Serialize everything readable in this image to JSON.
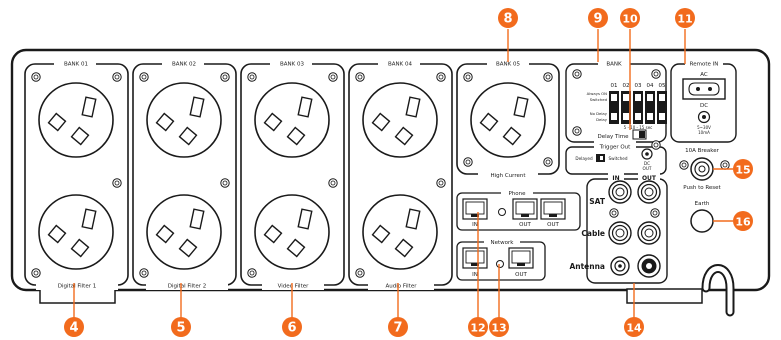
{
  "colors": {
    "callout": "#f26b1d",
    "outline": "#1a1a1a",
    "panel": "#ffffff"
  },
  "banks": [
    {
      "title": "BANK 01",
      "footer": "Digital Filter 1"
    },
    {
      "title": "BANK 02",
      "footer": "Digital Filter 2"
    },
    {
      "title": "BANK 03",
      "footer": "Video Filter"
    },
    {
      "title": "BANK 04",
      "footer": "Audio Filter"
    }
  ],
  "bank05": {
    "title": "BANK 05",
    "footer": "High Current"
  },
  "delay": {
    "title": "BANK",
    "columns": [
      "01",
      "02",
      "03",
      "04",
      "05"
    ],
    "left_labels": [
      "Always ON",
      "Switched",
      "No Delay",
      "Delay"
    ],
    "timing": "5 - 10 - 15 sec",
    "footer": "Delay Time"
  },
  "remote": {
    "title": "Remote IN",
    "ac": "AC",
    "dc": "DC",
    "dc_spec_1": "5~30V",
    "dc_spec_2": "10mA"
  },
  "trigger": {
    "title": "Trigger Out",
    "delayed": "Delayed",
    "switched": "Switched",
    "dc_out_1": "DC",
    "dc_out_2": "OUT"
  },
  "breaker": {
    "title": "10A Breaker",
    "footer": "Push to Reset"
  },
  "earth": {
    "title": "Earth"
  },
  "phone": {
    "title": "Phone",
    "ports": [
      "IN",
      "OUT",
      "OUT"
    ]
  },
  "network": {
    "title": "Network",
    "ports": [
      "IN",
      "OUT"
    ]
  },
  "coax": {
    "in": "IN",
    "out": "OUT",
    "rows": [
      "SAT",
      "Cable",
      "Antenna"
    ]
  },
  "callouts": [
    "4",
    "5",
    "6",
    "7",
    "8",
    "9",
    "10",
    "11",
    "12",
    "13",
    "14",
    "15",
    "16"
  ]
}
